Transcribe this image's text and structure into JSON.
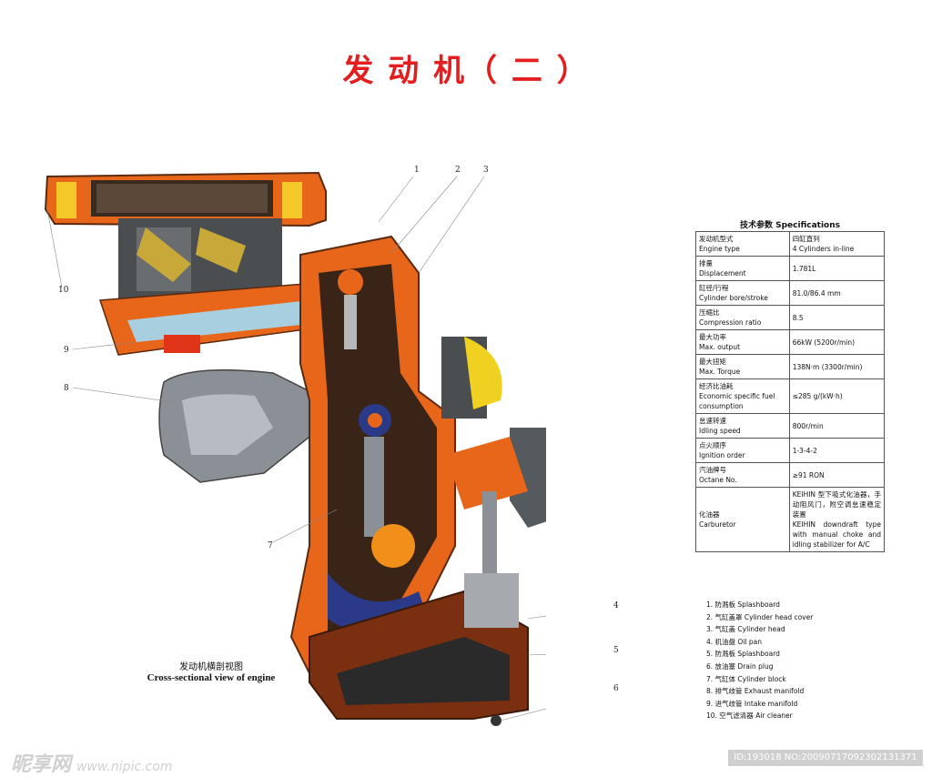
{
  "title": "发 动 机（ 二 ）",
  "callouts": [
    "1",
    "2",
    "3",
    "4",
    "5",
    "6",
    "7",
    "8",
    "9",
    "10"
  ],
  "caption": {
    "cn": "发动机横剖视图",
    "en": "Cross-sectional view of engine"
  },
  "specifications": {
    "heading": "技术参数 Specifications",
    "rows": [
      {
        "label_cn": "发动机型式",
        "label_en": "Engine type",
        "value": "四缸直列\n4 Cylinders in-line"
      },
      {
        "label_cn": "排量",
        "label_en": "Displacement",
        "value": "1.781L"
      },
      {
        "label_cn": "缸径/行程",
        "label_en": "Cylinder bore/stroke",
        "value": "81.0/86.4 mm"
      },
      {
        "label_cn": "压缩比",
        "label_en": "Compression ratio",
        "value": "8.5"
      },
      {
        "label_cn": "最大功率",
        "label_en": "Max. output",
        "value": "66kW (5200r/min)"
      },
      {
        "label_cn": "最大扭矩",
        "label_en": "Max. Torque",
        "value": "138N·m (3300r/min)"
      },
      {
        "label_cn": "经济比油耗",
        "label_en": "Economic specific fuel consumption",
        "value": "≤285 g/(kW·h)"
      },
      {
        "label_cn": "怠速转速",
        "label_en": "Idling speed",
        "value": "800r/min"
      },
      {
        "label_cn": "点火顺序",
        "label_en": "Ignition order",
        "value": "1-3-4-2"
      },
      {
        "label_cn": "汽油牌号",
        "label_en": "Octane No.",
        "value": "≥91 RON"
      },
      {
        "label_cn": "化油器",
        "label_en": "Carburetor",
        "value": "KEIHIN 型下吸式化油器，手动阻风门，附空调怠速稳定装置\nKEIHIN downdraft type with manual choke and idling stabilizer for A/C"
      }
    ]
  },
  "legend": [
    "1. 防溅板 Splashboard",
    "2. 气缸盖罩 Cylinder head cover",
    "3. 气缸盖 Cylinder head",
    "4. 机油盘 Oil pan",
    "5. 防溅板 Splashboard",
    "6. 放油塞 Drain plug",
    "7. 气缸体 Cylinder block",
    "8. 排气歧管 Exhaust manifold",
    "9. 进气歧管 Intake manifold",
    "10. 空气滤清器 Air cleaner"
  ],
  "watermark": {
    "left": "昵享网",
    "left_url": "www.nipic.com",
    "right": "ID:193018 NO:20090717092302131371"
  },
  "colors": {
    "title": "#e41e1e",
    "casing_orange": "#e8661a",
    "intake_blue": "#a8cfe0",
    "dark_interior": "#3a2418",
    "metal_grey": "#8a9096",
    "yellow": "#f0d020"
  }
}
